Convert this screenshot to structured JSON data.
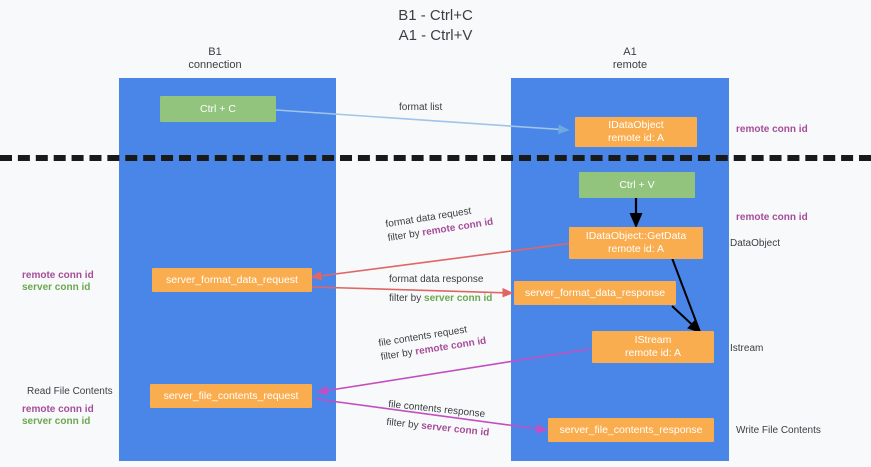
{
  "title": "B1 - Ctrl+C\nA1 - Ctrl+V",
  "lanes": [
    {
      "key": "b1",
      "title": "B1\nconnection"
    },
    {
      "key": "a1",
      "title": "A1\nremote"
    }
  ],
  "nodes": {
    "ctrl_c": {
      "l1": "Ctrl + C",
      "l2": ""
    },
    "idataobject": {
      "l1": "IDataObject",
      "l2": "remote id: A"
    },
    "ctrl_v": {
      "l1": "Ctrl + V",
      "l2": ""
    },
    "getdata": {
      "l1": "IDataObject::GetData",
      "l2": "remote id: A"
    },
    "fmt_req": {
      "l1": "server_format_data_request",
      "l2": ""
    },
    "fmt_resp": {
      "l1": "server_format_data_response",
      "l2": ""
    },
    "istream": {
      "l1": "IStream",
      "l2": "remote id: A"
    },
    "file_req": {
      "l1": "server_file_contents_request",
      "l2": ""
    },
    "file_resp": {
      "l1": "server_file_contents_response",
      "l2": ""
    }
  },
  "edge_labels": {
    "format_list": {
      "line1": "format list",
      "line2": "",
      "hl2": ""
    },
    "format_data_req": {
      "line1": "format data request",
      "line2": "filter by ",
      "hl2": "remote conn id",
      "hl2_color": "purple"
    },
    "format_data_resp": {
      "line1": "format data response",
      "line2": "filter by ",
      "hl2": "server conn id",
      "hl2_color": "green"
    },
    "file_contents_req": {
      "line1": "file contents request",
      "line2": "filter by ",
      "hl2": "remote conn id",
      "hl2_color": "purple"
    },
    "file_contents_resp": {
      "line1": "file contents response",
      "line2": "filter by ",
      "hl2": "server conn id",
      "hl2_color": "purple"
    }
  },
  "side_labels": {
    "right_top_conn": "remote conn id",
    "right_mid_conn": "remote conn id",
    "dataobject": "DataObject",
    "istream": "Istream",
    "write_file": "Write File Contents",
    "left_mid_remote": "remote conn id",
    "left_mid_server": "server conn id",
    "read_file": "Read File Contents",
    "left_bot_remote": "remote conn id",
    "left_bot_server": "server conn id"
  },
  "colors": {
    "lane": "#4a86e8",
    "node_green": "#93c47d",
    "node_orange": "#f9ad4f",
    "purple": "#a64d9a",
    "green": "#6aa84f",
    "arrow_blue": "#9fc5e8",
    "arrow_red": "#e06666",
    "arrow_black": "#000000",
    "arrow_magenta": "#c24ec2",
    "divider": "#1a1a1a",
    "background": "#f8f9fa"
  }
}
